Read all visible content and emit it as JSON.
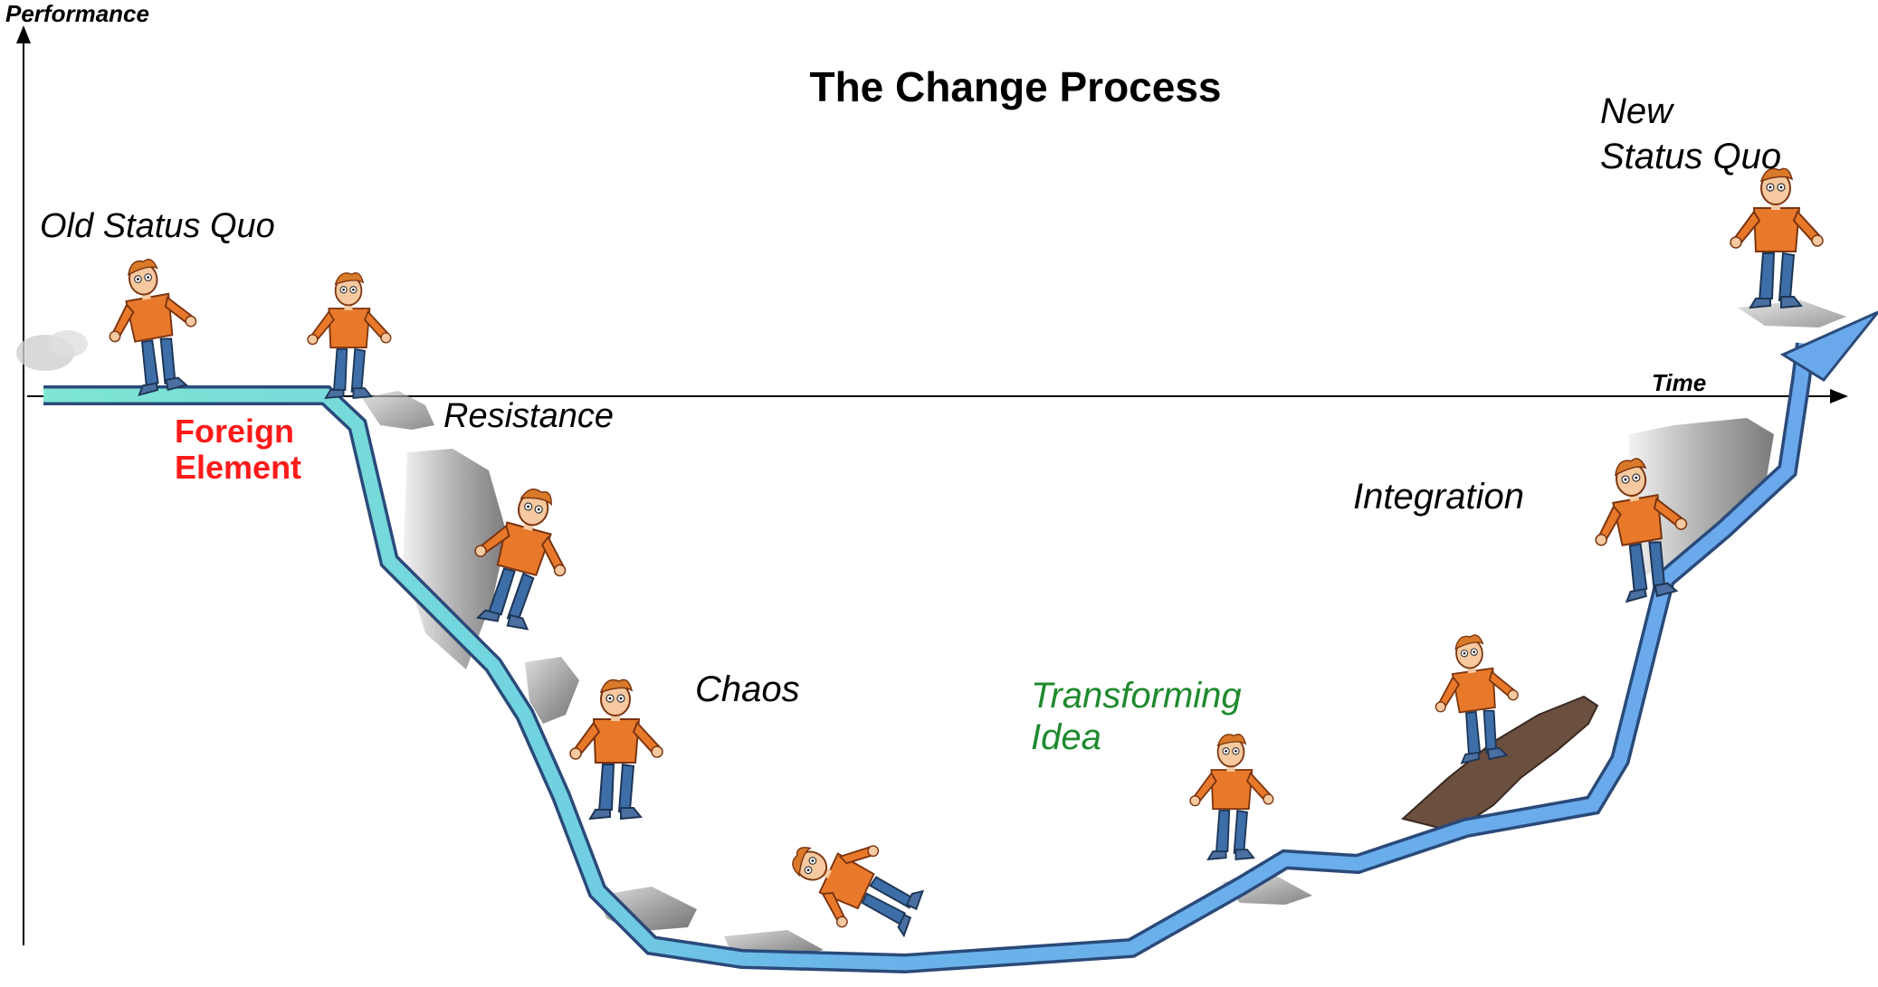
{
  "title": "The Change Process",
  "axes": {
    "y_label": "Performance",
    "x_label": "Time"
  },
  "stages": {
    "old_status_quo": "Old Status Quo",
    "foreign_element_line1": "Foreign",
    "foreign_element_line2": "Element",
    "resistance": "Resistance",
    "chaos": "Chaos",
    "transforming_idea_line1": "Transforming",
    "transforming_idea_line2": "Idea",
    "integration": "Integration",
    "new_status_quo_line1": "New",
    "new_status_quo_line2": "Status Quo"
  },
  "colors": {
    "old_curve": "#7ee6d2",
    "new_curve": "#6aa8ec",
    "curve_outline": "#2a4a7a",
    "foreign_element": "#ff1a1a",
    "transforming_idea": "#1f8a2e",
    "figure_shirt": "#e8792a",
    "figure_pants": "#3d6ea8"
  },
  "icons": {
    "figure": "cartoon-person-icon",
    "rock": "rock-icon"
  }
}
